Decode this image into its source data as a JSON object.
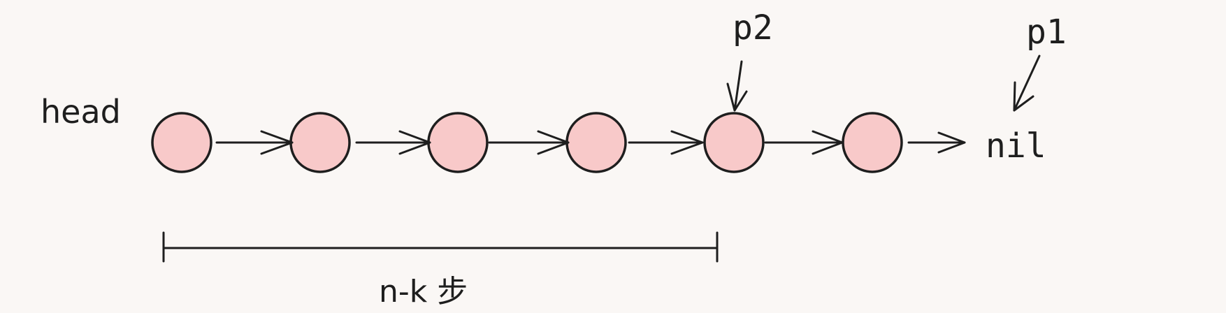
{
  "diagram": {
    "head_label": "head",
    "nil_label": "nil",
    "pointers": {
      "p1": "p1",
      "p2": "p2"
    },
    "steps_label": "n-k 步",
    "node_count": 6,
    "colors": {
      "node_fill": "#f8c9c9",
      "stroke": "#1e1e1e",
      "background": "#faf7f5"
    }
  }
}
